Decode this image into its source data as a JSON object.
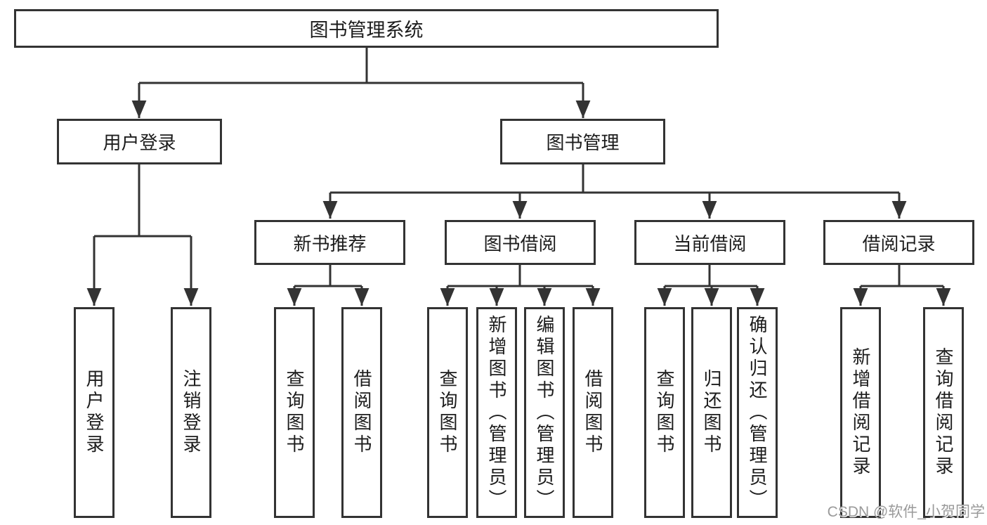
{
  "tree": {
    "root": {
      "label": "图书管理系统"
    },
    "branches": [
      {
        "label": "用户登录",
        "children": [
          "用户登录",
          "注销登录"
        ]
      },
      {
        "label": "图书管理",
        "groups": [
          {
            "label": "新书推荐",
            "children": [
              "查询图书",
              "借阅图书"
            ]
          },
          {
            "label": "图书借阅",
            "children": [
              "查询图书",
              "新增图书（管理员）",
              "编辑图书（管理员）",
              "借阅图书"
            ]
          },
          {
            "label": "当前借阅",
            "children": [
              "查询图书",
              "归还图书",
              "确认归还（管理员）"
            ]
          },
          {
            "label": "借阅记录",
            "children": [
              "新增借阅记录",
              "查询借阅记录"
            ]
          }
        ]
      }
    ]
  },
  "watermark": {
    "text": "CSDN @软件_小贺同学"
  },
  "colors": {
    "line": "#333333",
    "box_border": "#333333",
    "text": "#1c1c1c",
    "watermark_text": "#9a9a9a",
    "background": "#ffffff"
  }
}
